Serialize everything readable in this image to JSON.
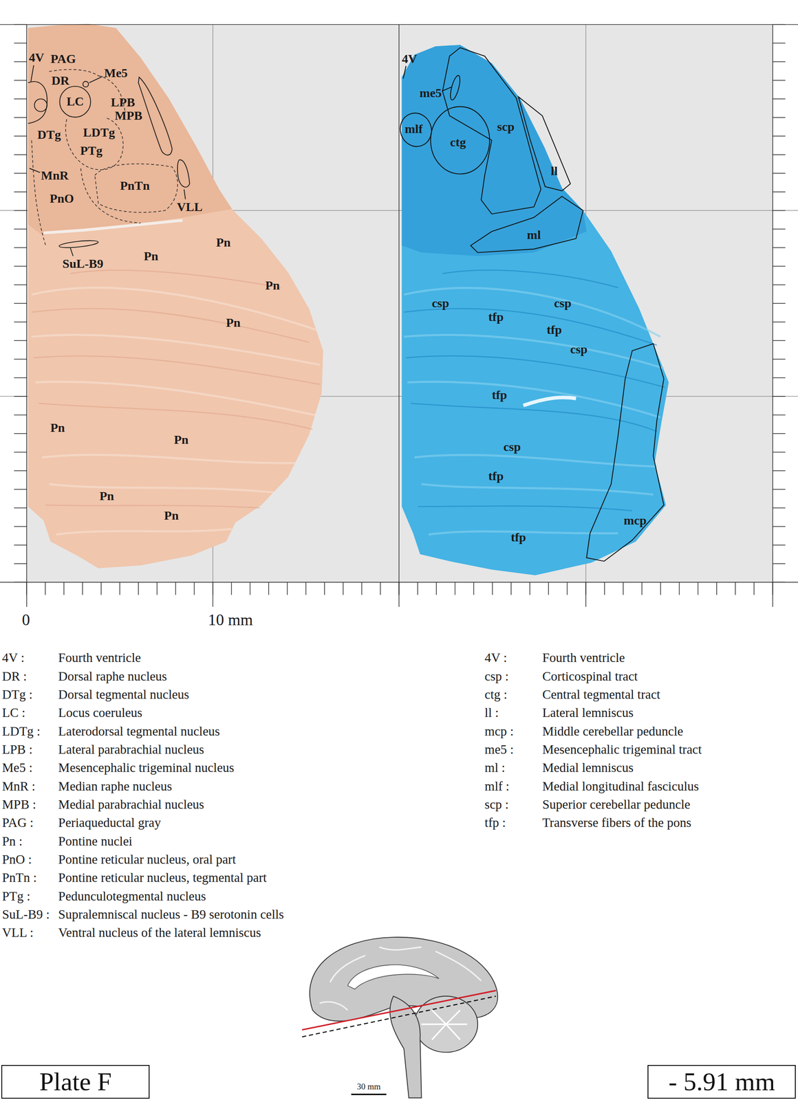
{
  "diagram": {
    "nodes": [
      {
        "text": [
          "Plate F"
        ]
      },
      {
        "text": [
          "- 5.91 mm"
        ]
      }
    ],
    "edges": [],
    "labels": [
      "4V",
      "PAG",
      "DR",
      "Me5",
      "LC",
      "LPB",
      "MPB",
      "DTg",
      "LDTg",
      "PTg",
      "MnR",
      "PnTn",
      "PnO",
      "VLL",
      "SuL-B9",
      "Pn",
      "Pn",
      "Pn",
      "Pn",
      "Pn",
      "Pn",
      "Pn",
      "Pn",
      "4V",
      "me5",
      "mlf",
      "ctg",
      "scp",
      "ll",
      "ml",
      "csp",
      "tfp",
      "csp",
      "tfp",
      "csp",
      "tfp",
      "csp",
      "tfp",
      "mcp",
      "tfp",
      "0",
      "10 mm",
      "4V :",
      "Fourth ventricle",
      "DR :",
      "Dorsal raphe nucleus",
      "DTg :",
      "Dorsal tegmental nucleus",
      "LC :",
      "Locus coeruleus",
      "LDTg :",
      "Laterodorsal tegmental nucleus",
      "LPB :",
      "Lateral parabrachial nucleus",
      "Me5 :",
      "Mesencephalic trigeminal nucleus",
      "MnR :",
      "Median raphe nucleus",
      "MPB :",
      "Medial parabrachial nucleus",
      "PAG :",
      "Periaqueductal gray",
      "Pn :",
      "Pontine nuclei",
      "PnO :",
      "Pontine reticular nucleus, oral part",
      "PnTn :",
      "Pontine reticular nucleus, tegmental part",
      "PTg :",
      "Pedunculotegmental nucleus",
      "SuL-B9 :",
      "Supralemniscal nucleus - B9 serotonin cells",
      "VLL :",
      "Ventral nucleus of the lateral lemniscus",
      "4V :",
      "Fourth ventricle",
      "csp :",
      "Corticospinal tract",
      "ctg :",
      "Central tegmental tract",
      "ll :",
      "Lateral lemniscus",
      "mcp :",
      "Middle cerebellar peduncle",
      "me5 :",
      "Mesencephalic trigeminal tract",
      "ml :",
      "Medial lemniscus",
      "mlf :",
      "Medial longitudinal fasciculus",
      "scp :",
      "Superior cerebellar peduncle",
      "tfp :",
      "Transverse fibers of the pons",
      "30 mm"
    ]
  }
}
